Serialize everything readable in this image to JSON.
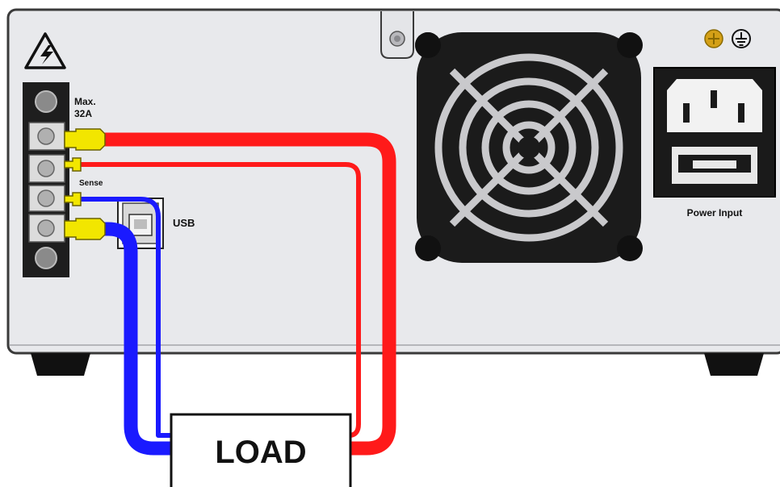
{
  "labels": {
    "max_current_line1": "Max.",
    "max_current_line2": "32A",
    "sense": "Sense",
    "usb": "USB",
    "power_input": "Power Input",
    "load": "LOAD"
  },
  "icons": {
    "warning": "high-voltage-warning-icon",
    "ground": "protective-earth-icon",
    "fan": "fan-grille-icon",
    "usb_port": "usb-b-port-icon",
    "power_socket": "iec-power-socket-icon"
  },
  "colors": {
    "panel": "#e8e9ec",
    "panel_border": "#3a3a3a",
    "positive_wire": "#ff1a1a",
    "negative_wire": "#1a1aff",
    "terminal_lug": "#f2e600",
    "terminal_block": "#1e1e1e",
    "fan_body": "#1b1b1b",
    "screw_brass": "#d4a017"
  }
}
